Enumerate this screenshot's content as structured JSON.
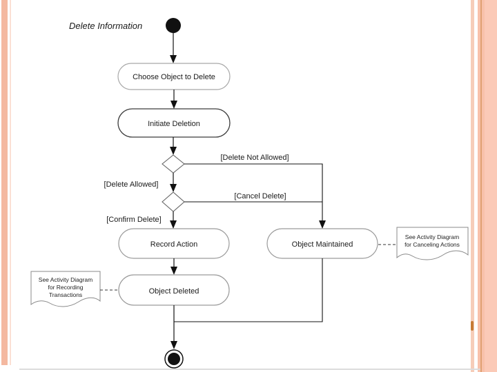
{
  "page": {
    "title": "Delete Information"
  },
  "diagram": {
    "type": "uml-activity",
    "nodes": {
      "choose": "Choose Object to Delete",
      "initiate": "Initiate Deletion",
      "record": "Record Action",
      "maintained": "Object Maintained",
      "deleted": "Object Deleted"
    },
    "guards": {
      "not_allowed": "[Delete Not Allowed]",
      "allowed": "[Delete Allowed]",
      "cancel": "[Cancel Delete]",
      "confirm": "[Confirm Delete]"
    },
    "notes": {
      "recording": [
        "See Activity Diagram",
        "for Recording",
        "Transactions"
      ],
      "canceling": [
        "See Activity Diagram",
        "for Canceling Actions"
      ]
    }
  },
  "colors": {
    "flow_line": "#111111",
    "node_border_light": "#a8a8a8",
    "node_border_dark": "#3a3a3a",
    "stripe_peach_left": "#f4b8a0",
    "stripe_peach_light": "#f6cdb9",
    "stripe_peach_mid": "#f8c1aa",
    "stripe_orange_line": "#e0a173",
    "stripe_peach_wide": "#fbcab7",
    "bottom_rule": "#dcdcdc",
    "accent_mark": "#c67b35"
  }
}
